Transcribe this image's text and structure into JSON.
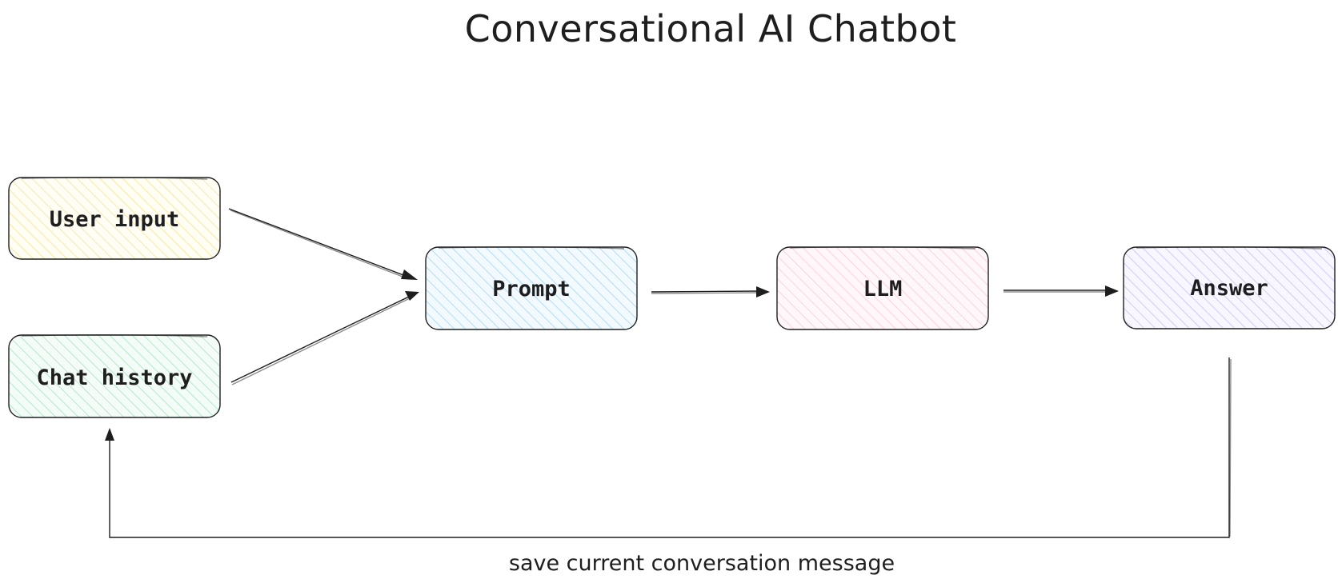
{
  "title": "Conversational AI Chatbot",
  "nodes": {
    "user_input": {
      "label": "User input",
      "fill": "#fff4c8"
    },
    "chat_history": {
      "label": "Chat history",
      "fill": "#c9f0d8"
    },
    "prompt": {
      "label": "Prompt",
      "fill": "#c5e6fa"
    },
    "llm": {
      "label": "LLM",
      "fill": "#ffd6de"
    },
    "answer": {
      "label": "Answer",
      "fill": "#ddd2f7"
    }
  },
  "edges": {
    "feedback_label": "save current conversation message"
  },
  "colors": {
    "stroke": "#1e1e1e",
    "background": "#ffffff"
  }
}
